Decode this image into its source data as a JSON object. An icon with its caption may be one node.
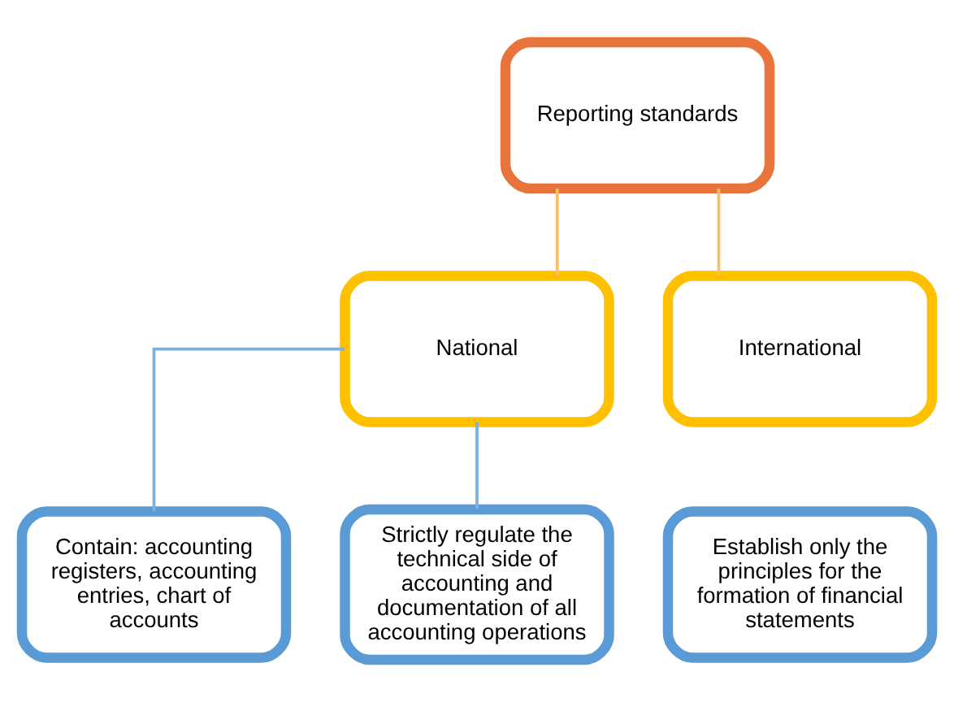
{
  "diagram": {
    "nodes": [
      {
        "text": [
          "Reporting standards"
        ]
      },
      {
        "text": [
          "National"
        ]
      },
      {
        "text": [
          "International"
        ]
      },
      {
        "text": [
          "Contain: accounting registers, accounting entries, chart of accounts"
        ]
      },
      {
        "text": [
          "Strictly regulate the technical side of accounting and documentation of all accounting operations"
        ]
      },
      {
        "text": [
          "Establish only the principles for the formation of financial statements"
        ]
      }
    ],
    "edges": [
      {
        "from": 0,
        "to": 1,
        "arrow": "none",
        "color": "#f5c26b"
      },
      {
        "from": 0,
        "to": 2,
        "arrow": "none",
        "color": "#f5c26b"
      },
      {
        "from": 1,
        "to": 3,
        "arrow": "none",
        "color": "#7fb0de"
      },
      {
        "from": 1,
        "to": 4,
        "arrow": "none",
        "color": "#7fb0de"
      }
    ]
  }
}
